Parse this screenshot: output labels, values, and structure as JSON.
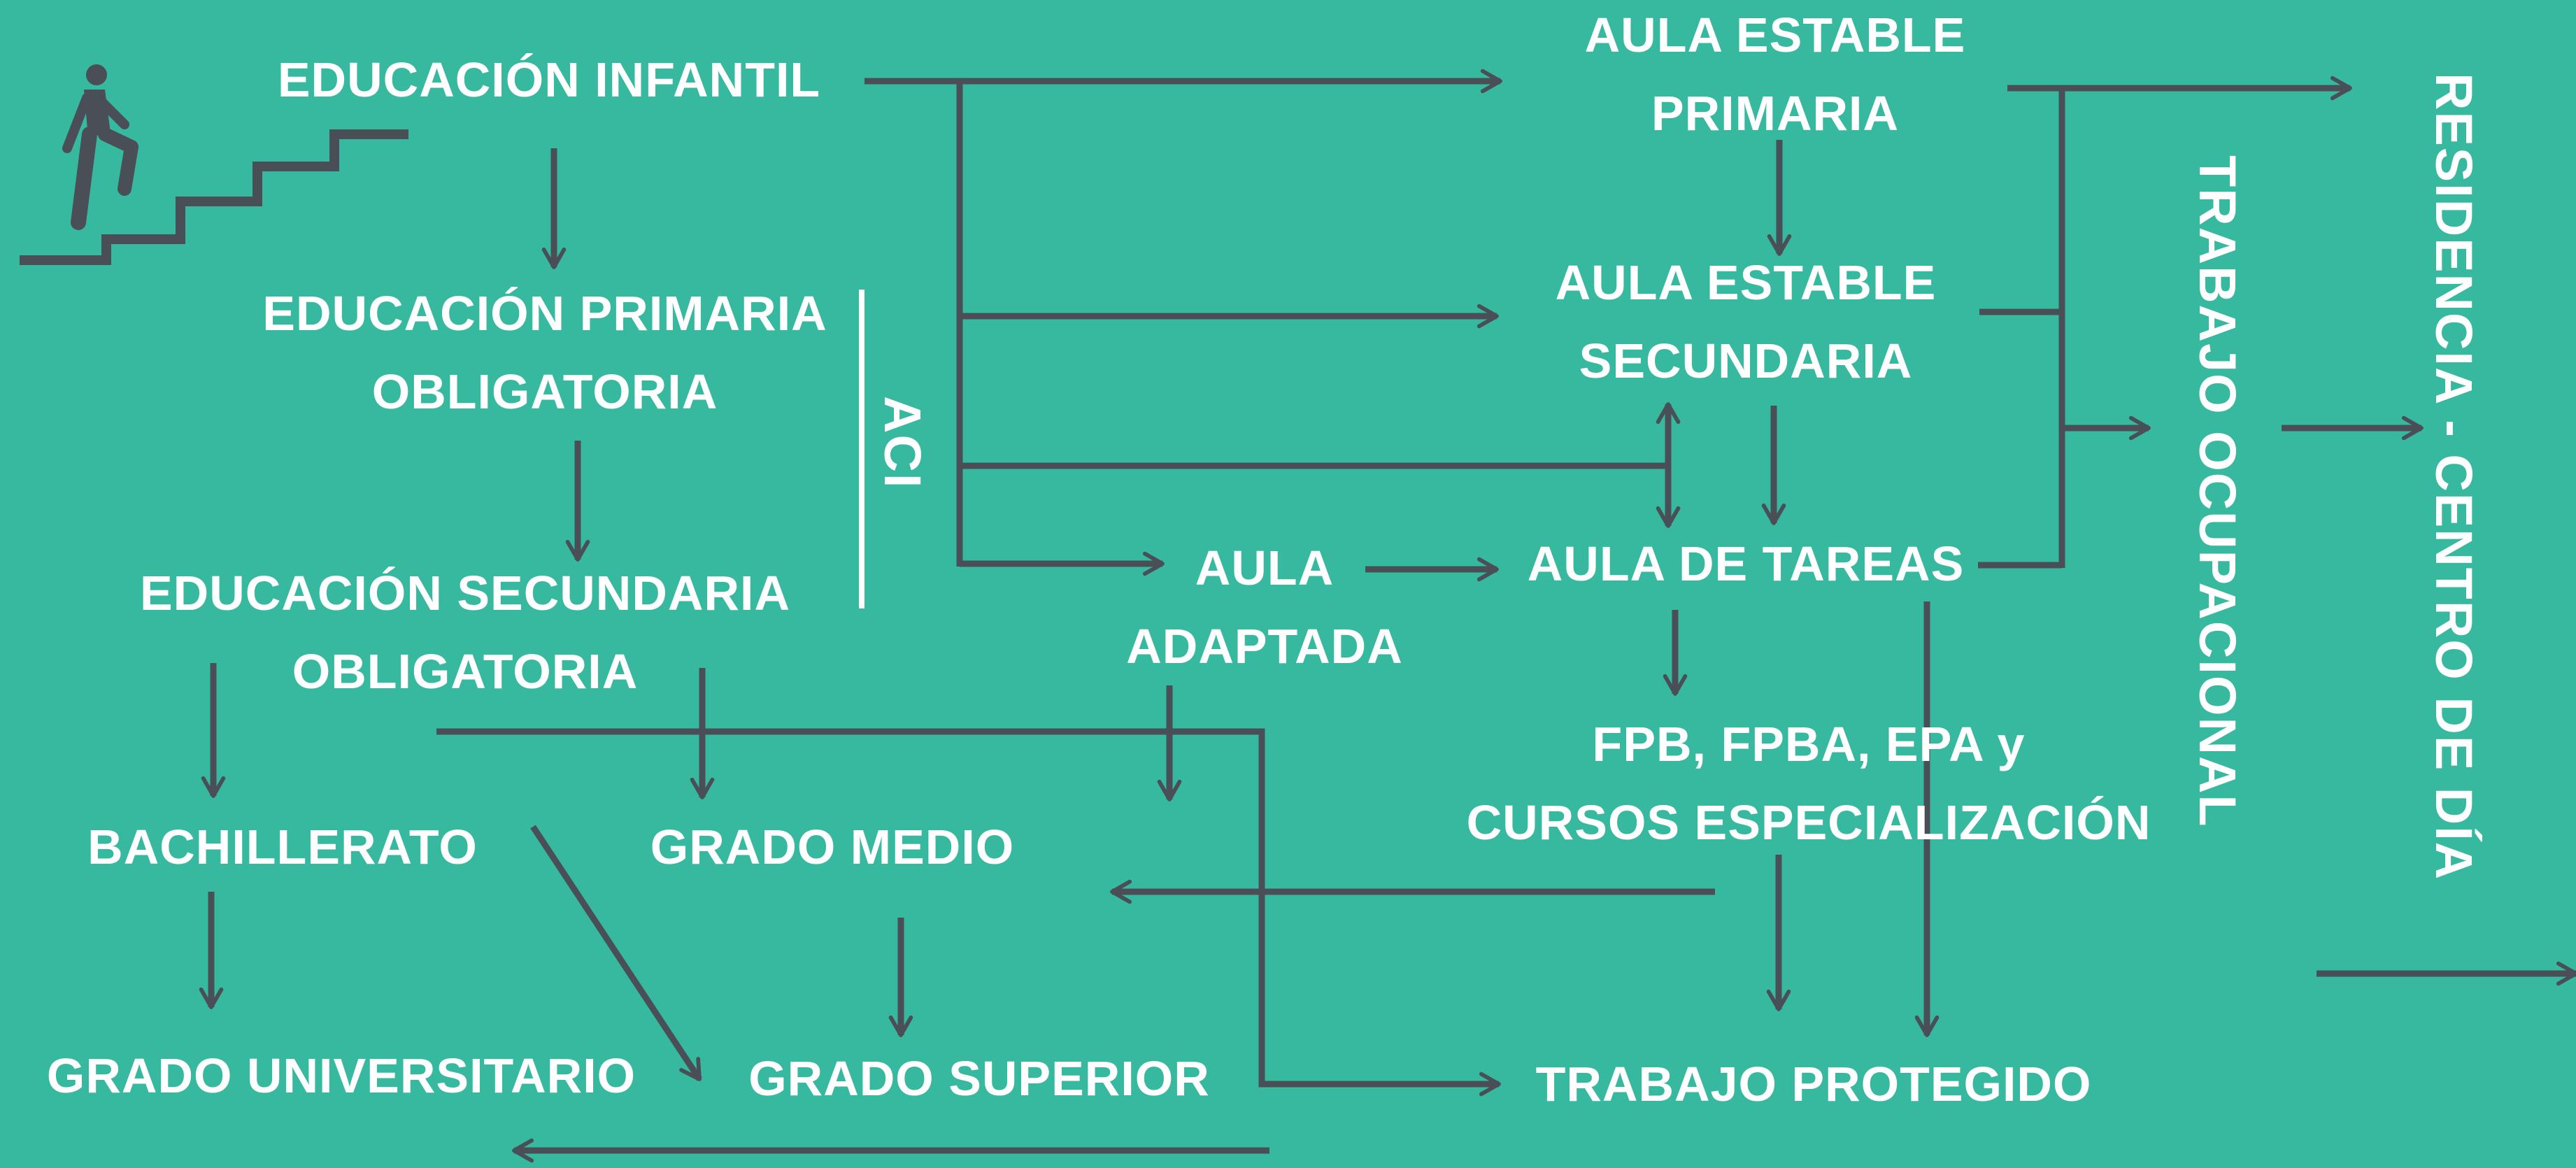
{
  "colors": {
    "background": "#37b9a0",
    "arrow": "#4a4e57",
    "text": "#ffffff"
  },
  "icon": "person-climbing-stairs-icon",
  "nodes": {
    "educacion_infantil": "EDUCACIÓN INFANTIL",
    "primaria_line1": "EDUCACIÓN PRIMARIA",
    "primaria_line2": "OBLIGATORIA",
    "secundaria_line1": "EDUCACIÓN SECUNDARIA",
    "secundaria_line2": "OBLIGATORIA",
    "bachillerato": "BACHILLERATO",
    "grado_medio": "GRADO MEDIO",
    "grado_universitario": "GRADO UNIVERSITARIO",
    "grado_superior": "GRADO SUPERIOR",
    "aula_adaptada_line1": "AULA",
    "aula_adaptada_line2": "ADAPTADA",
    "aula_estable_primaria_line1": "AULA ESTABLE",
    "aula_estable_primaria_line2": "PRIMARIA",
    "aula_estable_secundaria_line1": "AULA ESTABLE",
    "aula_estable_secundaria_line2": "SECUNDARIA",
    "aula_de_tareas": "AULA DE TAREAS",
    "fpb_line1": "FPB, FPBA, EPA y",
    "fpb_line2": "CURSOS ESPECIALIZACIÓN",
    "trabajo_protegido": "TRABAJO PROTEGIDO",
    "aci": "ACI",
    "trabajo_ocupacional": "TRABAJO OCUPACIONAL",
    "residencia": "RESIDENCIA  - CENTRO DE DÍA"
  }
}
